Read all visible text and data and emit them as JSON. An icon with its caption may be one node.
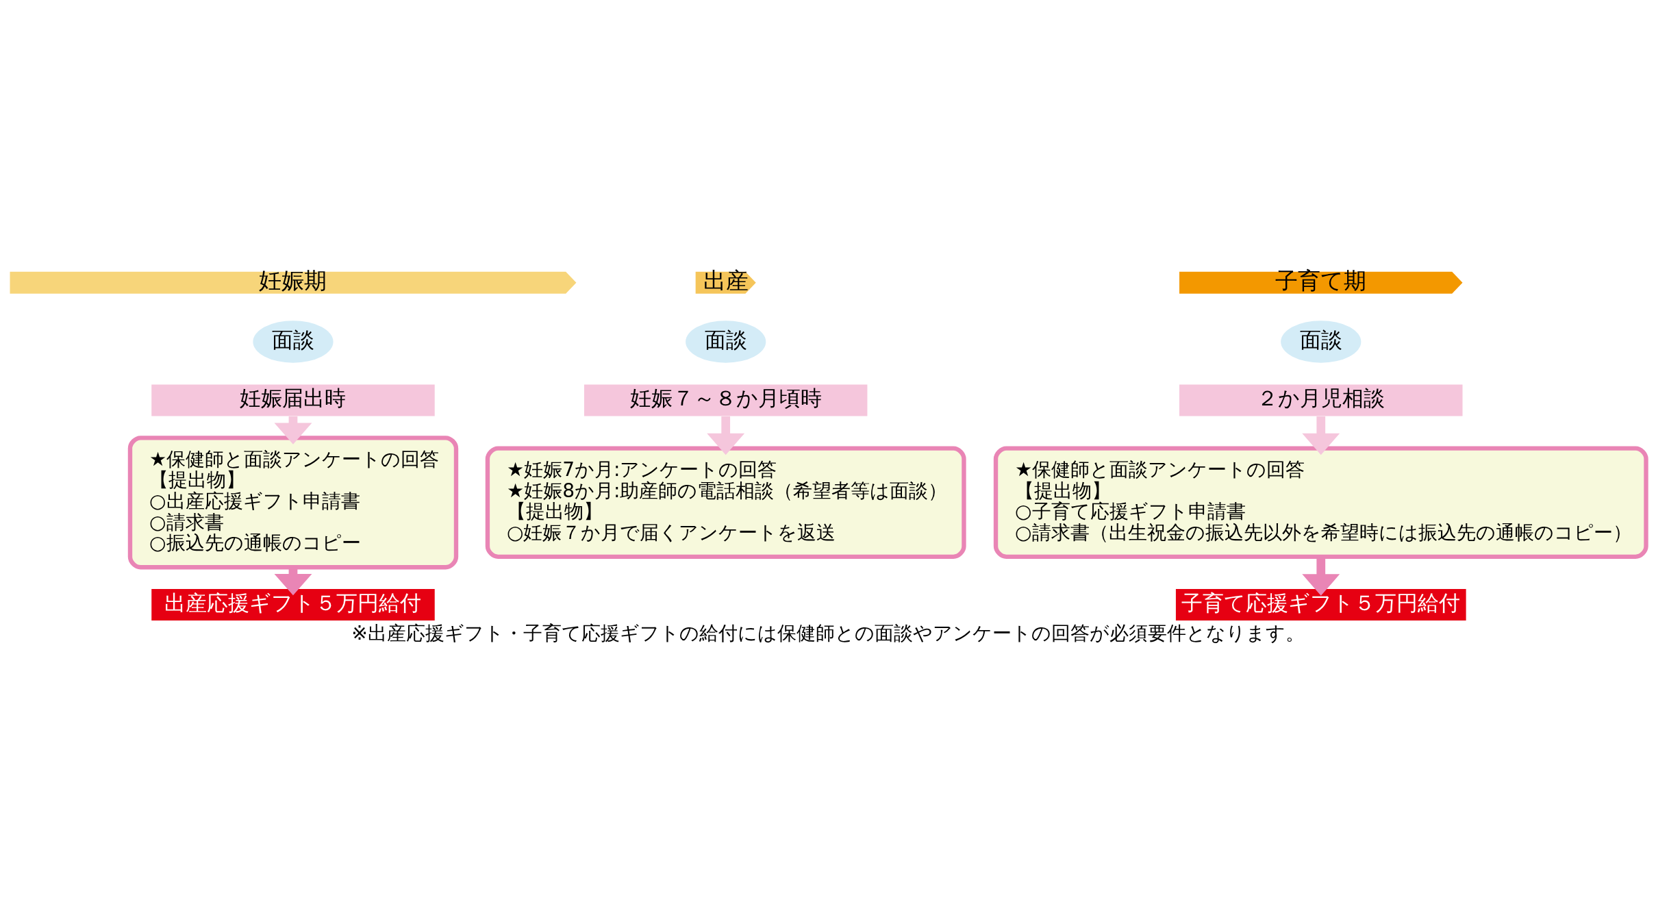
{
  "diagram": {
    "caption": "※出産応援ギフト・子育て応援ギフトの給付には保健師との面談やアンケートの回答が必須要件となります。",
    "nodes": [
      {
        "text": [
          "妊娠期"
        ]
      },
      {
        "text": [
          "出産"
        ]
      },
      {
        "text": [
          "子育て期"
        ]
      },
      {
        "text": [
          "面談"
        ]
      },
      {
        "text": [
          "妊娠届出時"
        ]
      },
      {
        "text": [
          "★保健師と面談アンケートの回答",
          "【提出物】",
          "○出産応援ギフト申請書",
          "○請求書",
          "○振込先の通帳のコピー"
        ]
      },
      {
        "text": [
          "出産応援ギフト５万円給付"
        ]
      },
      {
        "text": [
          "面談"
        ]
      },
      {
        "text": [
          "妊娠７～８か月頃時"
        ]
      },
      {
        "text": [
          "★妊娠7か月:アンケートの回答",
          "★妊娠8か月:助産師の電話相談（希望者等は面談）",
          "【提出物】",
          "○妊娠７か月で届くアンケートを返送"
        ]
      },
      {
        "text": [
          "面談"
        ]
      },
      {
        "text": [
          "２か月児相談"
        ]
      },
      {
        "text": [
          "★保健師と面談アンケートの回答",
          "【提出物】",
          "○子育て応援ギフト申請書",
          "○請求書（出生祝金の振込先以外を希望時には振込先の通帳のコピー）"
        ]
      },
      {
        "text": [
          "子育て応援ギフト５万円給付"
        ]
      }
    ],
    "edges": [
      {
        "from": 4,
        "to": 5,
        "arrow": "to"
      },
      {
        "from": 5,
        "to": 6,
        "arrow": "to",
        "color": "#e985b5"
      },
      {
        "from": 8,
        "to": 9,
        "arrow": "to"
      },
      {
        "from": 11,
        "to": 12,
        "arrow": "to"
      },
      {
        "from": 12,
        "to": 13,
        "arrow": "to",
        "color": "#e985b5"
      }
    ]
  }
}
